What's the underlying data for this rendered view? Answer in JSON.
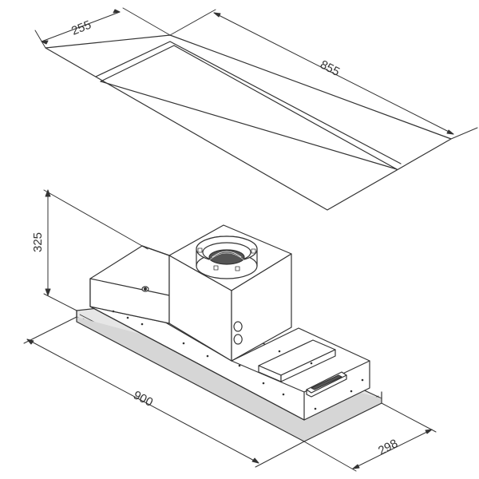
{
  "dimensions": {
    "cutout_width": "255",
    "cutout_length": "855",
    "unit_height": "325",
    "unit_length": "900",
    "unit_depth": "298"
  },
  "colors": {
    "line": "#333333",
    "panel_fill": "#ffffff",
    "trim_fill": "#d8d8d8",
    "fan_dark": "#444444"
  }
}
